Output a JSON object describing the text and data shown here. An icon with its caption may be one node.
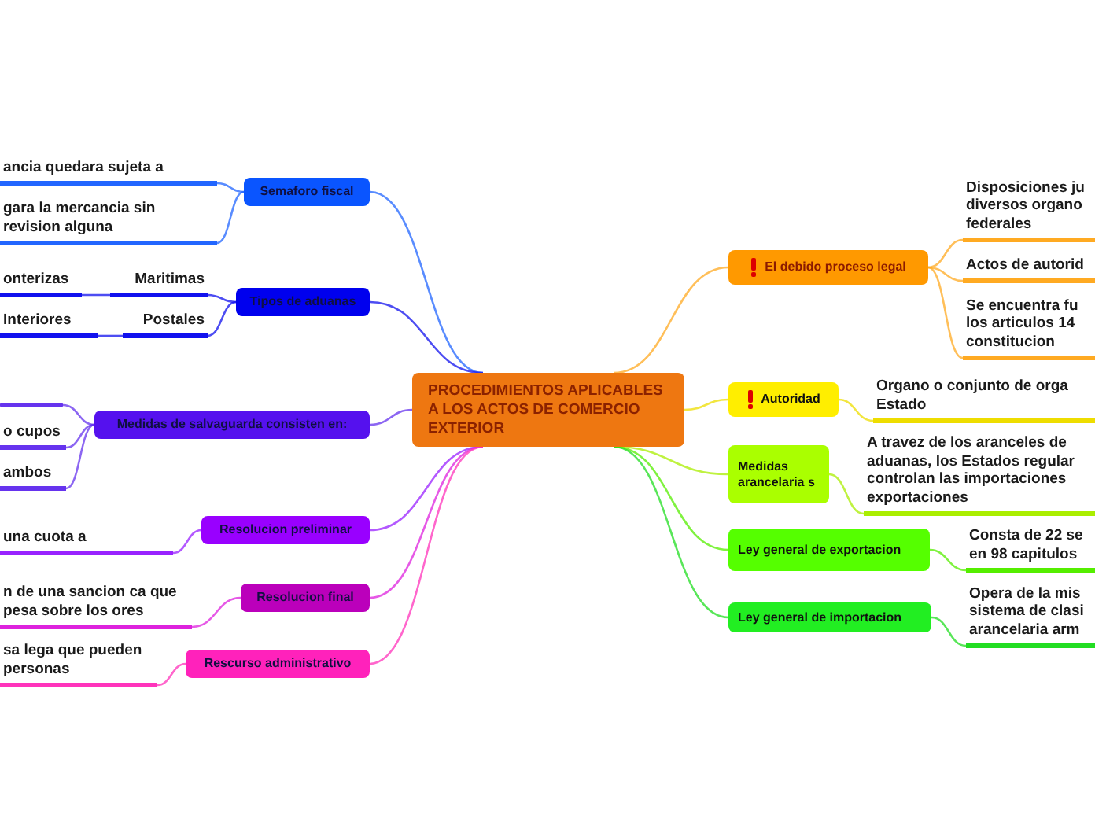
{
  "diagram": {
    "nodes": [
      {
        "text": [
          "PROCEDIMIENTOS APLICABLES A LOS ACTOS DE COMERCIO EXTERIOR"
        ]
      },
      {
        "text": [
          "Semaforo fiscal"
        ]
      },
      {
        "text": [
          "ancia quedara sujeta a"
        ]
      },
      {
        "text": [
          "gara la mercancia sin revision alguna"
        ]
      },
      {
        "text": [
          "Tipos de aduanas"
        ]
      },
      {
        "text": [
          "Maritimas"
        ]
      },
      {
        "text": [
          "onterizas"
        ]
      },
      {
        "text": [
          "Postales"
        ]
      },
      {
        "text": [
          "Interiores"
        ]
      },
      {
        "text": [
          "Medidas de salvaguarda consisten en:"
        ]
      },
      {
        "text": [],
        "shape": "bar"
      },
      {
        "text": [
          "o cupos"
        ]
      },
      {
        "text": [
          "ambos"
        ]
      },
      {
        "text": [
          "Resolucion preliminar"
        ]
      },
      {
        "text": [
          "una cuota a"
        ]
      },
      {
        "text": [
          "Resolucion final"
        ]
      },
      {
        "text": [
          "n de una sancion ca que pesa sobre los ores"
        ]
      },
      {
        "text": [
          "Rescurso administrativo"
        ]
      },
      {
        "text": [
          "sa lega que pueden personas"
        ]
      },
      {
        "text": [
          "El debido proceso legal"
        ]
      },
      {
        "text": [
          "Disposiciones ju diversos organo federales"
        ]
      },
      {
        "text": [
          "Actos de autorid"
        ]
      },
      {
        "text": [
          "Se encuentra fu los articulos 14 constitucion"
        ]
      },
      {
        "text": [
          "Autoridad"
        ]
      },
      {
        "text": [
          "Organo o conjunto de orga Estado"
        ]
      },
      {
        "text": [
          "Medidas arancelaria s"
        ]
      },
      {
        "text": [
          "A travez de los aranceles de aduanas, los Estados regular controlan las importaciones exportaciones"
        ]
      },
      {
        "text": [
          "Ley general de exportacion"
        ]
      },
      {
        "text": [
          "Consta de 22 se en 98 capitulos"
        ]
      },
      {
        "text": [
          "Ley general de importacion"
        ]
      },
      {
        "text": [
          "Opera de la mis sistema de clasi arancelaria arm"
        ]
      }
    ],
    "edges": [
      {
        "from": 0,
        "to": 1,
        "arrow": "none",
        "color": "#2266ff"
      },
      {
        "from": 1,
        "to": 2,
        "arrow": "none",
        "color": "#2266ff"
      },
      {
        "from": 1,
        "to": 3,
        "arrow": "none",
        "color": "#2266ff"
      },
      {
        "from": 0,
        "to": 4,
        "arrow": "none",
        "color": "#1111ee"
      },
      {
        "from": 4,
        "to": 5,
        "arrow": "none",
        "color": "#1111ee"
      },
      {
        "from": 5,
        "to": 6,
        "arrow": "none",
        "color": "#1111ee"
      },
      {
        "from": 4,
        "to": 7,
        "arrow": "none",
        "color": "#1111ee"
      },
      {
        "from": 7,
        "to": 8,
        "arrow": "none",
        "color": "#1111ee"
      },
      {
        "from": 0,
        "to": 9,
        "arrow": "none",
        "color": "#6633ee"
      },
      {
        "from": 9,
        "to": 10,
        "arrow": "none",
        "color": "#6633ee"
      },
      {
        "from": 9,
        "to": 11,
        "arrow": "none",
        "color": "#6633ee"
      },
      {
        "from": 9,
        "to": 12,
        "arrow": "none",
        "color": "#6633ee"
      },
      {
        "from": 0,
        "to": 13,
        "arrow": "none",
        "color": "#9922ff"
      },
      {
        "from": 13,
        "to": 14,
        "arrow": "none",
        "color": "#9922ff"
      },
      {
        "from": 0,
        "to": 15,
        "arrow": "none",
        "color": "#dd22dd"
      },
      {
        "from": 15,
        "to": 16,
        "arrow": "none",
        "color": "#dd22dd"
      },
      {
        "from": 0,
        "to": 17,
        "arrow": "none",
        "color": "#ff33bb"
      },
      {
        "from": 17,
        "to": 18,
        "arrow": "none",
        "color": "#ff33bb"
      },
      {
        "from": 0,
        "to": 19,
        "arrow": "none",
        "color": "#ffaa22"
      },
      {
        "from": 19,
        "to": 20,
        "arrow": "none",
        "color": "#ffaa22"
      },
      {
        "from": 19,
        "to": 21,
        "arrow": "none",
        "color": "#ffaa22"
      },
      {
        "from": 19,
        "to": 22,
        "arrow": "none",
        "color": "#ffaa22"
      },
      {
        "from": 0,
        "to": 23,
        "arrow": "none",
        "color": "#eedd00"
      },
      {
        "from": 23,
        "to": 24,
        "arrow": "none",
        "color": "#eedd00"
      },
      {
        "from": 0,
        "to": 25,
        "arrow": "none",
        "color": "#aaee00"
      },
      {
        "from": 25,
        "to": 26,
        "arrow": "none",
        "color": "#aaee00"
      },
      {
        "from": 0,
        "to": 27,
        "arrow": "none",
        "color": "#55ee00"
      },
      {
        "from": 27,
        "to": 28,
        "arrow": "none",
        "color": "#55ee00"
      },
      {
        "from": 0,
        "to": 29,
        "arrow": "none",
        "color": "#22dd22"
      },
      {
        "from": 29,
        "to": 30,
        "arrow": "none",
        "color": "#22dd22"
      }
    ]
  }
}
